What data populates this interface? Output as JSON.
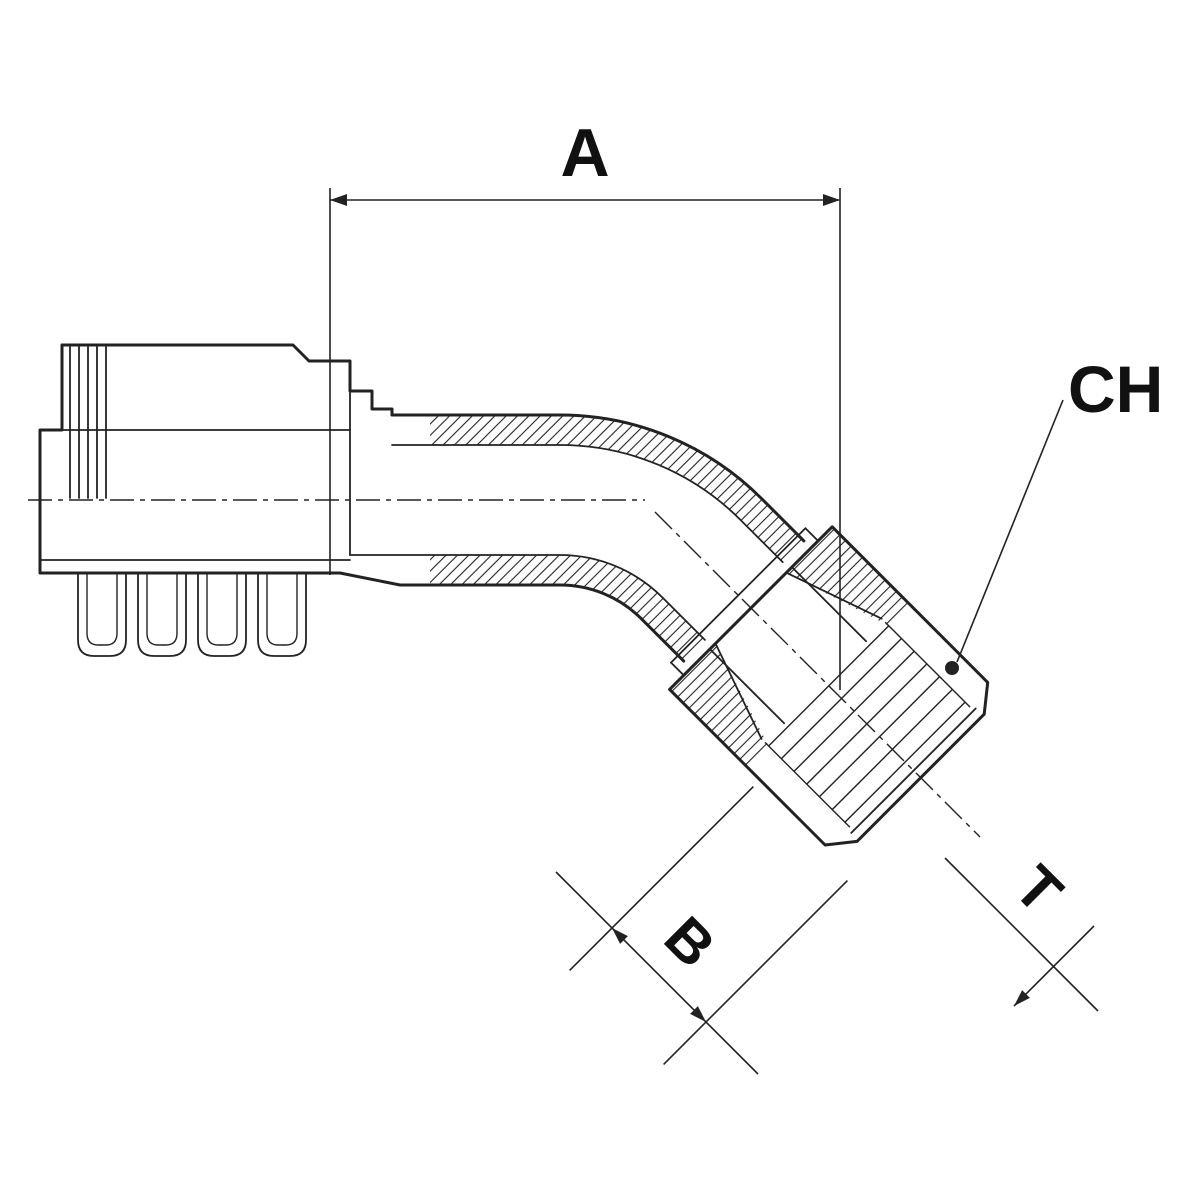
{
  "figure": {
    "type": "technical-drawing",
    "subject": "45-degree elbow female swivel hose fitting, half-section catalog drawing",
    "dimension_labels": {
      "a": "A",
      "b": "B",
      "t": "T",
      "ch": "CH"
    }
  },
  "colors": {
    "line": "#222222",
    "background": "#ffffff"
  }
}
